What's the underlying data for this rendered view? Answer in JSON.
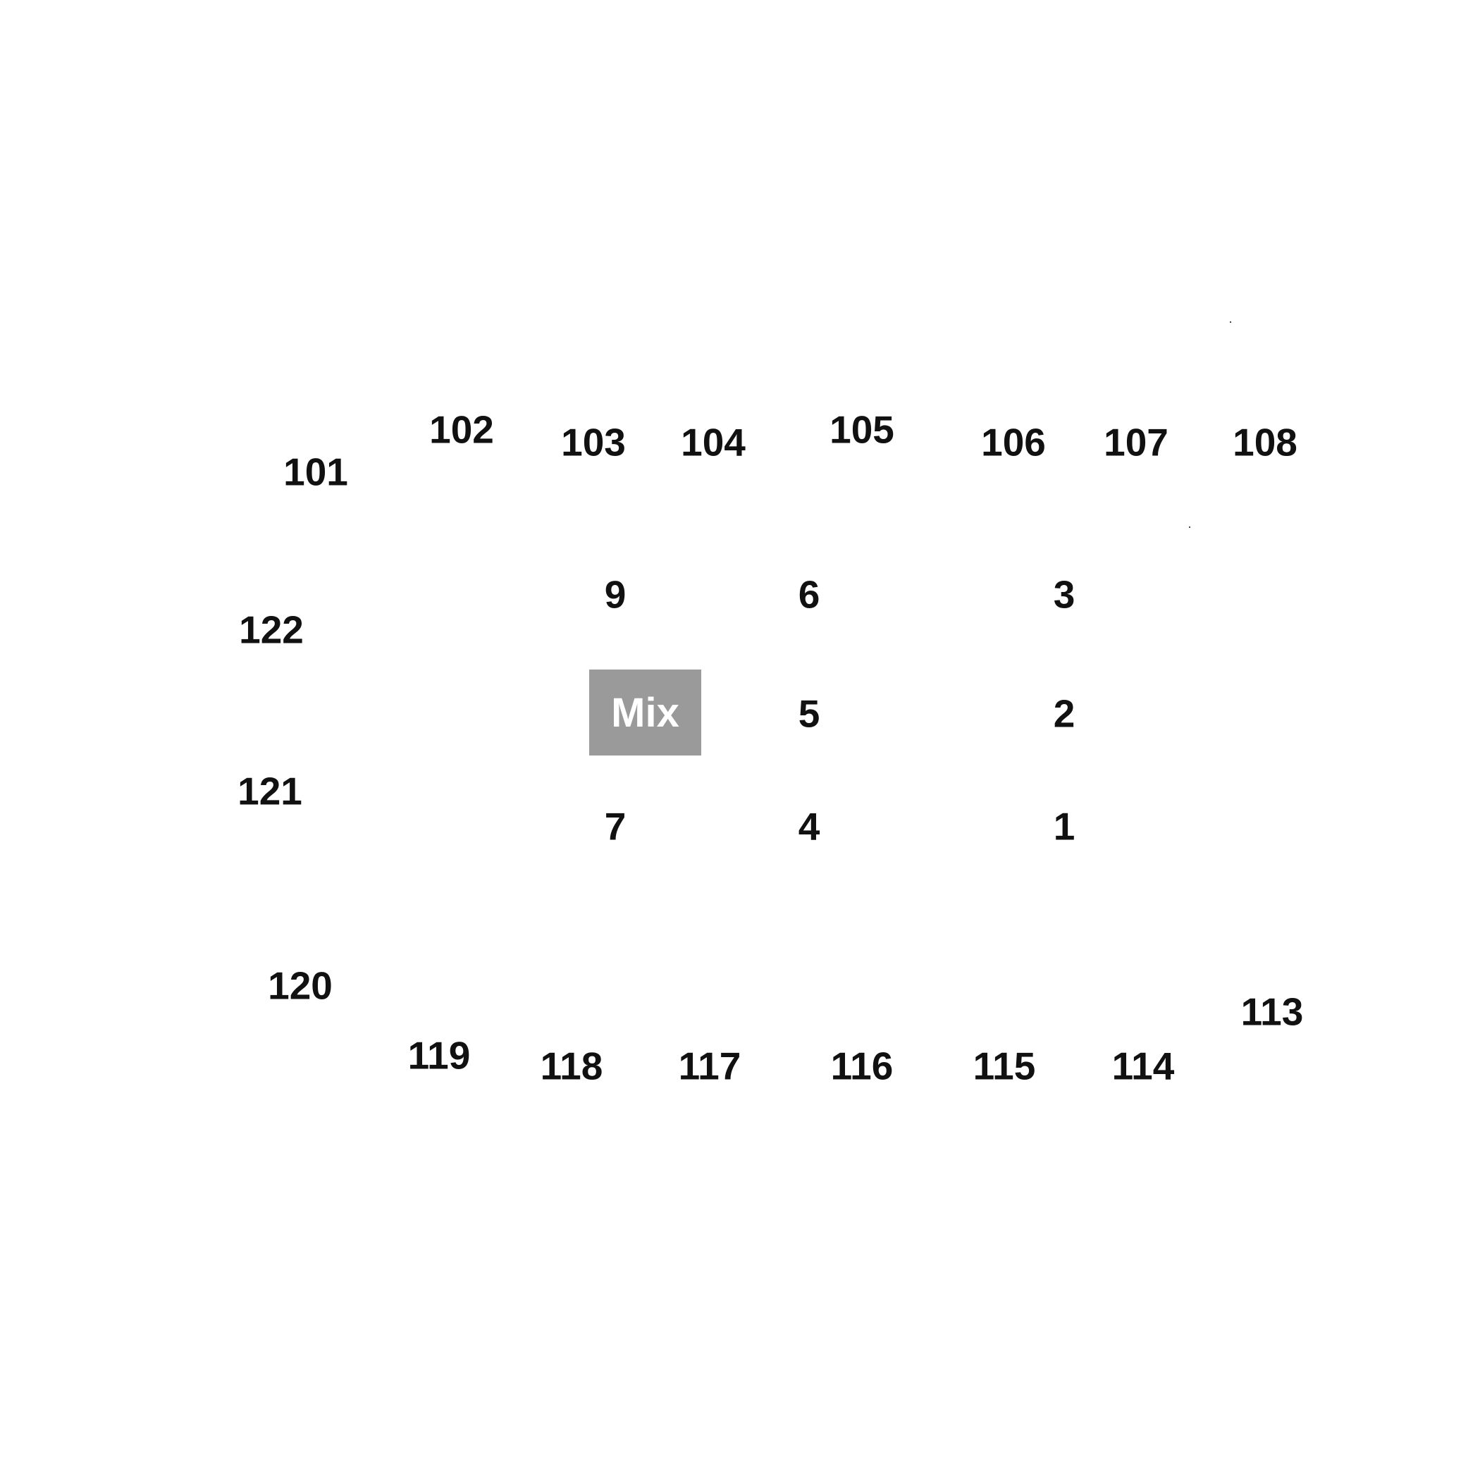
{
  "outer_labels": {
    "l101": "101",
    "l102": "102",
    "l103": "103",
    "l104": "104",
    "l105": "105",
    "l106": "106",
    "l107": "107",
    "l108": "108",
    "l113": "113",
    "l114": "114",
    "l115": "115",
    "l116": "116",
    "l117": "117",
    "l118": "118",
    "l119": "119",
    "l120": "120",
    "l121": "121",
    "l122": "122"
  },
  "inner_labels": {
    "n1": "1",
    "n2": "2",
    "n3": "3",
    "n4": "4",
    "n5": "5",
    "n6": "6",
    "n7": "7",
    "n9": "9"
  },
  "mix_box": {
    "label": "Mix",
    "color": "#9a9a9a",
    "text_color": "#ffffff"
  }
}
